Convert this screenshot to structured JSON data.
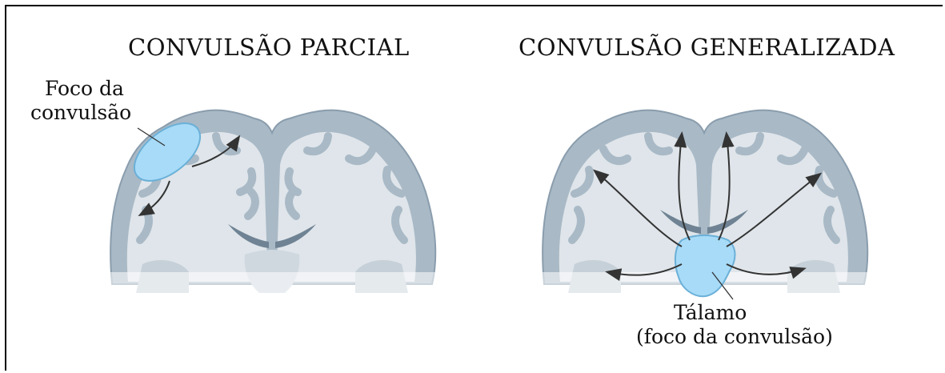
{
  "partial": {
    "title": "CONVULSÃO PARCIAL",
    "focus_label_line1": "Foco da",
    "focus_label_line2": "convulsão"
  },
  "generalized": {
    "title": "CONVULSÃO GENERALIZADA",
    "thalamus_label_line1": "Tálamo",
    "thalamus_label_line2": "(foco da convulsão)"
  },
  "colors": {
    "cortex": "#a9b9c6",
    "cortex_edge": "#8a9dad",
    "white_matter": "#dfe5ea",
    "focus": "#a7dbf7",
    "focus_edge": "#6bb0d8",
    "arrow": "#333333"
  }
}
